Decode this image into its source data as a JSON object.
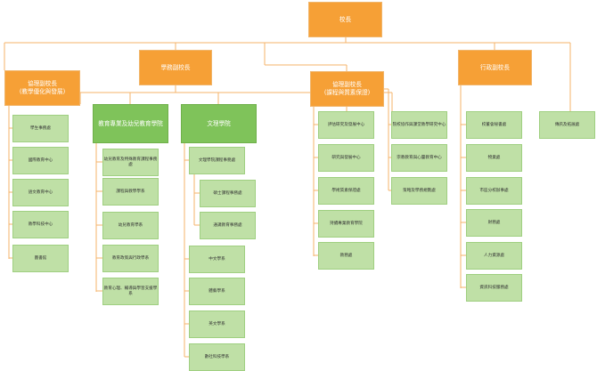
{
  "chart": {
    "president": "校長",
    "vice_presidents": {
      "academic": "學務副校長",
      "coordinating_teaching": "協理副校長\n(教學優化與發展)",
      "coordinating_curriculum": "協理副校長\n(課程與質素保證)",
      "administration": "行政副校長"
    },
    "teaching_units": [
      "學生事務處",
      "國際教育中心",
      "語文教育中心",
      "教學科技中心",
      "圖書館"
    ],
    "faculties": {
      "education": {
        "name": "教育專業及幼兒教育學院",
        "departments": [
          "幼兒教育及特殊教育課程事務處",
          "課程與教學學系",
          "幼兒教育學系",
          "教育政策與行政學系",
          "教育心理、輔導與學習支援學系"
        ]
      },
      "arts_sciences": {
        "name": "文理學院",
        "departments": [
          "文理學院課程事務處",
          "碩士課程事務處",
          "通識教育事務處",
          "中文學系",
          "體藝學系",
          "英文學系",
          "數社科技學系"
        ]
      }
    },
    "curriculum_units": [
      "評估研究及發展中心",
      "研究與發展中心",
      "學術質素保證處",
      "持續專業教育學院",
      "教務處"
    ],
    "research_centres": [
      "院校協作與課堂教學研究中心",
      "宗教教育與心靈教育中心",
      "策略及學務規劃處"
    ],
    "admin_units": [
      "校董會秘書處",
      "物業處",
      "市區分校辦事處",
      "財務處",
      "人力資源處",
      "資訊科技服務處"
    ],
    "development_office": "傳訊及拓展處"
  },
  "colors": {
    "orange": "#f6a036",
    "green": "#7fc35a",
    "light_green": "#bfe0a6",
    "line": "#f4b36a"
  }
}
